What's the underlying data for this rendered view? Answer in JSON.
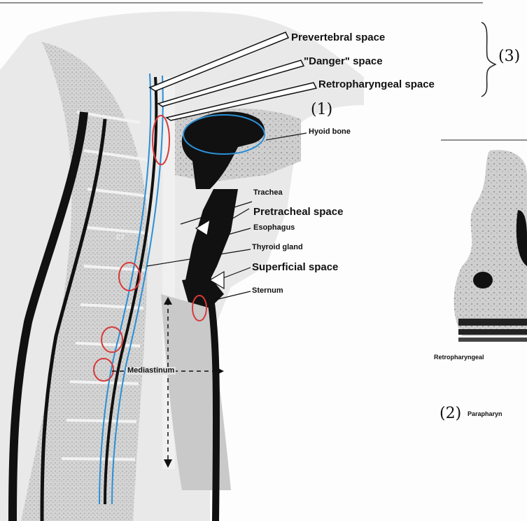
{
  "labels": {
    "prevertebral": "Prevertebral space",
    "danger": "\"Danger\" space",
    "retropharyngeal": "Retropharyngeal space",
    "hyoid": "Hyoid bone",
    "trachea": "Trachea",
    "pretracheal": "Pretracheal space",
    "esophagus": "Esophagus",
    "thyroid": "Thyroid gland",
    "superficial": "Superficial space",
    "sternum": "Sternum",
    "c7": "C7",
    "mediastinum": "Mediastinum"
  },
  "handwritten": {
    "note1": "(1)",
    "note2": "(2)",
    "note3": "(3)"
  },
  "right_panel": {
    "caption_retro": "Retropharyngeal",
    "caption_para": "Parapharyn"
  },
  "colors": {
    "ink": "#111111",
    "annotation_blue": "#2a8fd6",
    "annotation_red": "#d83a3a",
    "tissue_gray": "#bdbdbd"
  }
}
